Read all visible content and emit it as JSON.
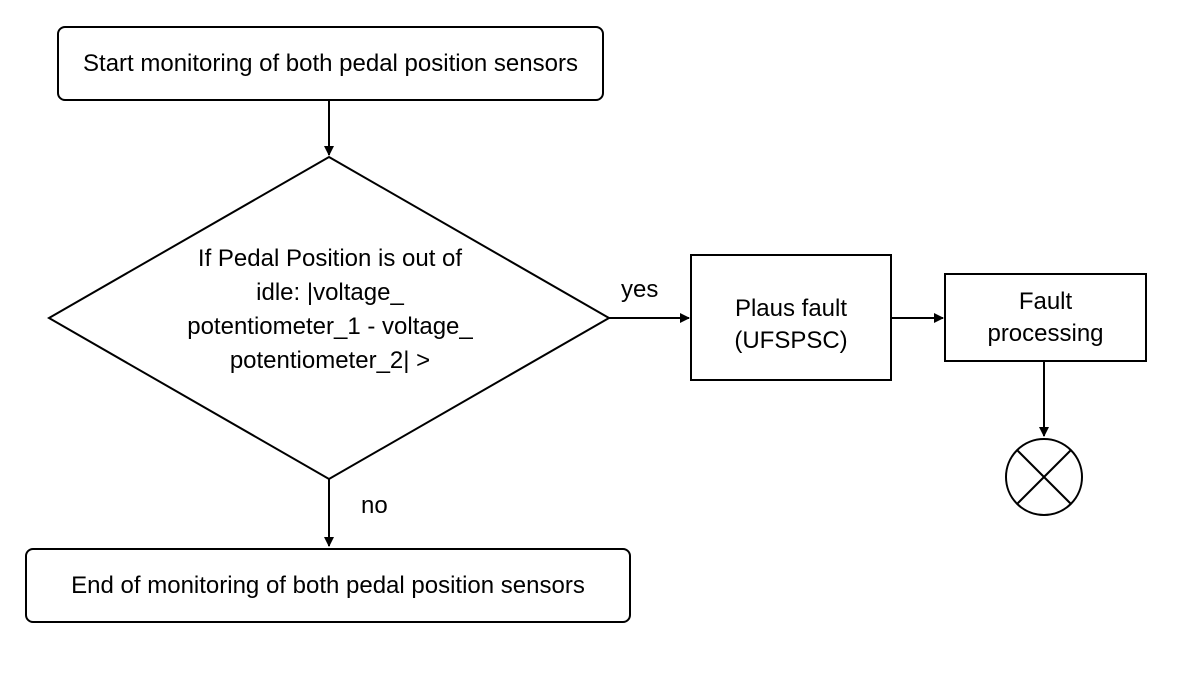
{
  "nodes": {
    "start": "Start monitoring of both pedal position sensors",
    "decision_lines": [
      "If Pedal Position is out of",
      "idle: |voltage_",
      "potentiometer_1 - voltage_",
      "potentiometer_2| >"
    ],
    "plaus_fault_line1": "Plaus fault",
    "plaus_fault_line2": "(UFSPSC)",
    "fault_processing_line1": "Fault",
    "fault_processing_line2": "processing",
    "end": "End of monitoring of both pedal position sensors"
  },
  "edges": {
    "yes_label": "yes",
    "no_label": "no"
  },
  "colors": {
    "stroke": "#000000",
    "fill": "#ffffff"
  },
  "icons": {
    "terminator": "crossed-circle-icon"
  }
}
